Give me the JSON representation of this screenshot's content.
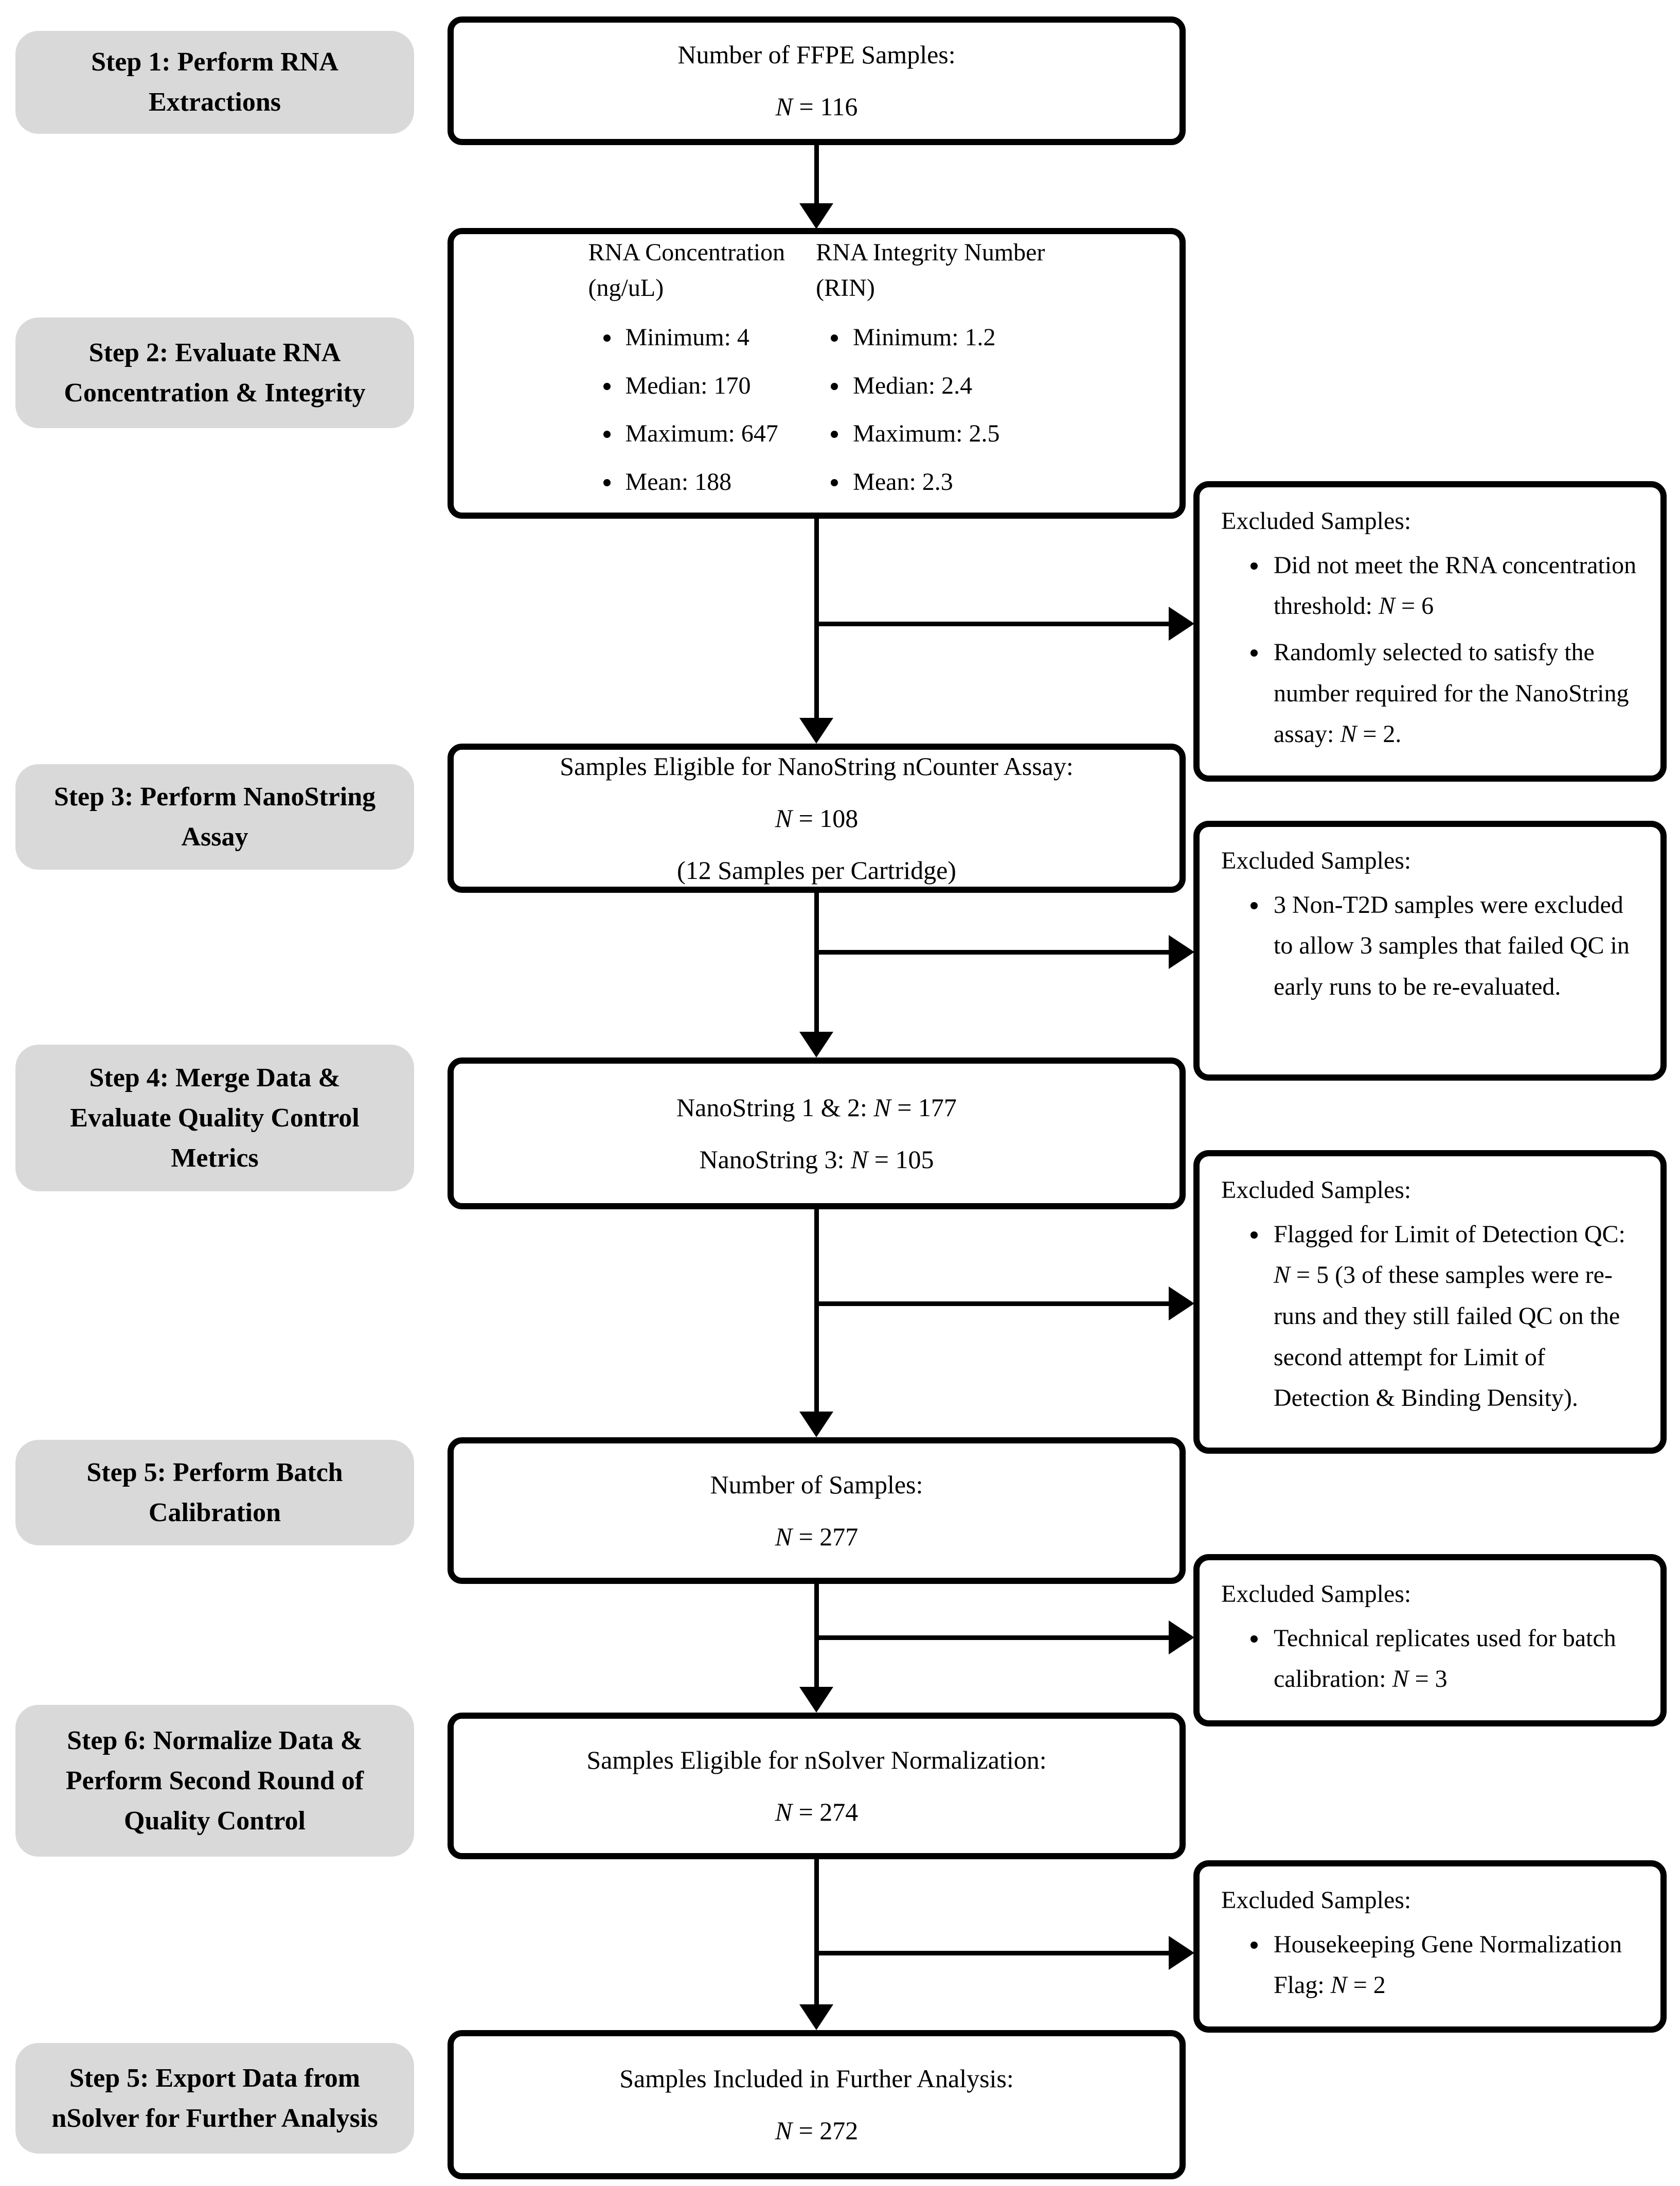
{
  "colors": {
    "step_bg": "#d9d9d9",
    "box_border": "#000000",
    "text": "#000000",
    "background": "#ffffff"
  },
  "steps": [
    {
      "label": "Step 1: Perform RNA Extractions"
    },
    {
      "label": "Step 2: Evaluate RNA Concentration & Integrity"
    },
    {
      "label": "Step 3: Perform NanoString Assay"
    },
    {
      "label": "Step 4: Merge Data & Evaluate Quality Control Metrics"
    },
    {
      "label": "Step 5: Perform Batch Calibration"
    },
    {
      "label": "Step 6: Normalize Data & Perform Second Round of Quality Control"
    },
    {
      "label": "Step 5: Export Data from nSolver for Further Analysis"
    }
  ],
  "flow": {
    "box1": {
      "title": "Number of FFPE Samples:",
      "n": "N",
      "value": " = 116"
    },
    "box2": {
      "col1": {
        "header_line1": "RNA Concentration",
        "header_line2": "(ng/uL)",
        "bullets": [
          "Minimum:  4",
          "Median:  170",
          "Maximum:  647",
          "Mean: 188"
        ]
      },
      "col2": {
        "header_line1": "RNA Integrity Number",
        "header_line2": "(RIN)",
        "bullets": [
          "Minimum: 1.2",
          "Median: 2.4",
          "Maximum: 2.5",
          "Mean: 2.3"
        ]
      }
    },
    "box3": {
      "title": "Samples Eligible for NanoString nCounter Assay:",
      "n": "N",
      "value": " = 108",
      "note": "(12 Samples per Cartridge)"
    },
    "box4": {
      "line1_pre": "NanoString 1 & 2: ",
      "line1_n": "N",
      "line1_value": " = 177",
      "line2_pre": "NanoString 3: ",
      "line2_n": "N",
      "line2_value": " = 105"
    },
    "box5": {
      "title": "Number of Samples:",
      "n": "N",
      "value": " = 277"
    },
    "box6": {
      "title": "Samples Eligible for nSolver Normalization:",
      "n": "N",
      "value": " = 274"
    },
    "box7": {
      "title": "Samples Included in Further Analysis:",
      "n": "N",
      "value": " = 272"
    }
  },
  "excluded": [
    {
      "title": "Excluded Samples:",
      "bullets": [
        {
          "pre": "Did not meet the RNA concentration threshold: ",
          "n": "N",
          "post": " = 6"
        },
        {
          "pre": "Randomly selected to satisfy the number required for the NanoString assay: ",
          "n": "N",
          "post": " = 2."
        }
      ]
    },
    {
      "title": "Excluded Samples:",
      "bullets": [
        {
          "pre": "3 Non-T2D samples were excluded to allow 3 samples that failed QC in early runs to be re-evaluated.",
          "n": "",
          "post": ""
        }
      ]
    },
    {
      "title": "Excluded Samples:",
      "bullets": [
        {
          "pre": "Flagged for Limit of Detection QC: ",
          "n": "N",
          "post": " = 5 (3 of these samples were re-runs and they still failed QC on the second attempt for Limit of Detection & Binding Density)."
        }
      ]
    },
    {
      "title": "Excluded Samples:",
      "bullets": [
        {
          "pre": "Technical replicates used for batch calibration: ",
          "n": "N",
          "post": " = 3"
        }
      ]
    },
    {
      "title": "Excluded Samples:",
      "bullets": [
        {
          "pre": "Housekeeping Gene Normalization Flag: ",
          "n": "N",
          "post": " = 2"
        }
      ]
    }
  ]
}
